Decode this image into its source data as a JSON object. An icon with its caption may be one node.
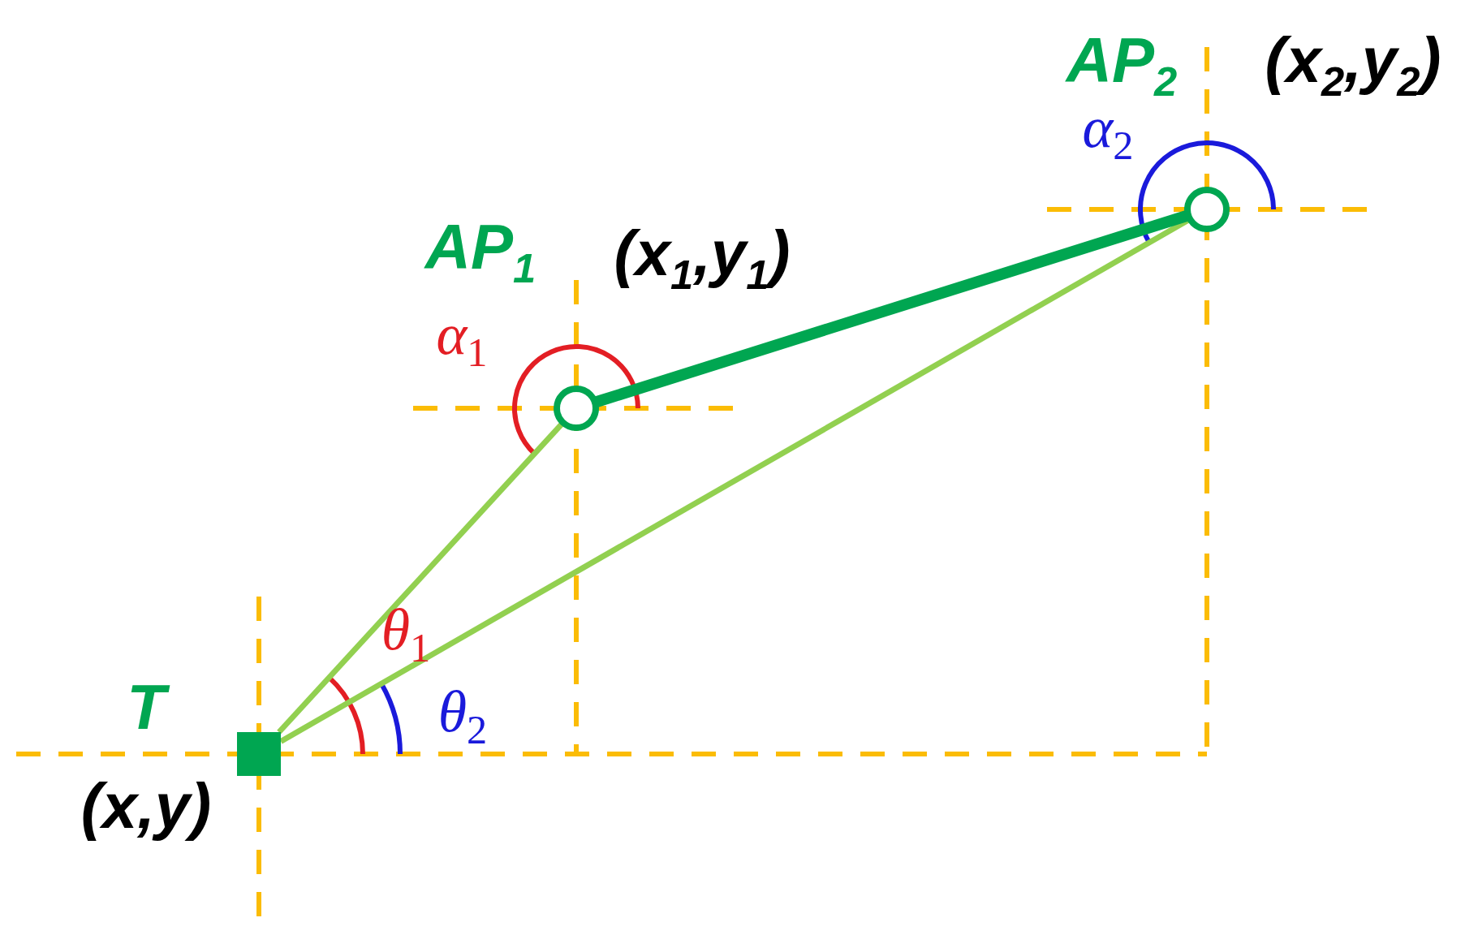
{
  "diagram": {
    "nodes": [
      {
        "text": [
          "T"
        ],
        "beside": [
          "(x,y)"
        ]
      },
      {
        "text": [
          "AP$_{1}$"
        ],
        "beside": [
          "(x$_{1}$,y$_{1}$)"
        ]
      },
      {
        "text": [
          "AP$_{2}$"
        ],
        "beside": [
          "(x$_{2}$,y$_{2}$)"
        ]
      }
    ],
    "edges": [
      {
        "from": 0,
        "to": 1,
        "arrow": "none"
      },
      {
        "from": 0,
        "to": 2,
        "arrow": "none"
      },
      {
        "from": 1,
        "to": 2,
        "arrow": "none",
        "style": "thick",
        "color": "#00a651"
      }
    ],
    "labels": [
      "α$_{2}$",
      "α$_{1}$",
      "θ$_{1}$",
      "θ$_{2}$"
    ]
  }
}
